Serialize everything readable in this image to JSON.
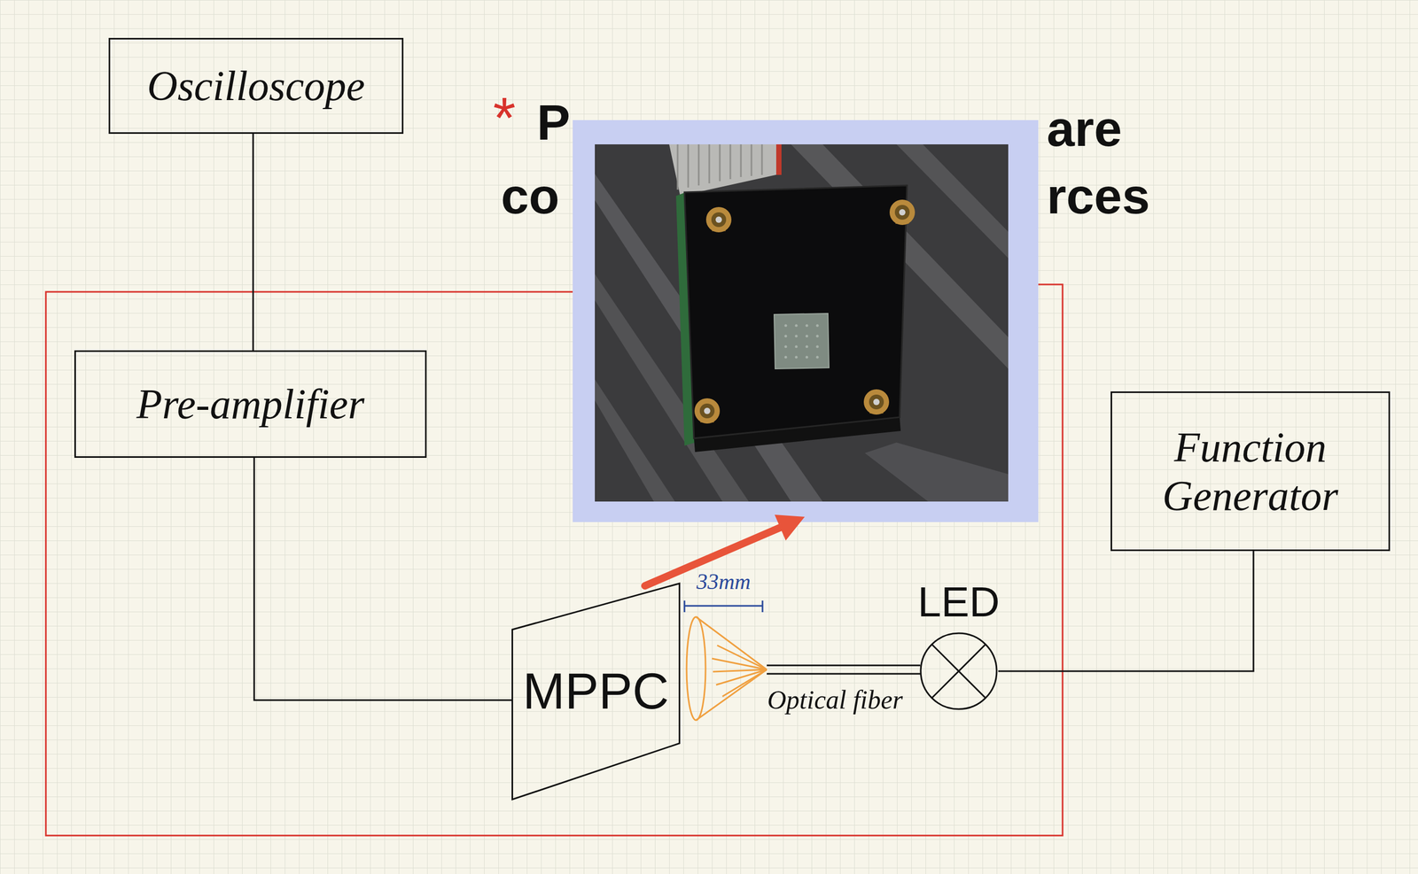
{
  "diagram": {
    "nodes": [
      {
        "text": [
          "Oscilloscope"
        ]
      },
      {
        "text": [
          "Pre-amplifier"
        ]
      },
      {
        "text": [
          "MPPC"
        ]
      },
      {
        "text": [
          "LED"
        ]
      },
      {
        "text": [
          "Function Generator"
        ]
      }
    ],
    "edges": [
      {
        "from": 0,
        "to": 1,
        "arrow": "none"
      },
      {
        "from": 1,
        "to": 2,
        "arrow": "none"
      },
      {
        "from": 4,
        "to": 3,
        "arrow": "none"
      }
    ],
    "labels": [
      "*",
      "P",
      "are",
      "co",
      "rces",
      "33mm",
      "Optical fiber"
    ]
  }
}
